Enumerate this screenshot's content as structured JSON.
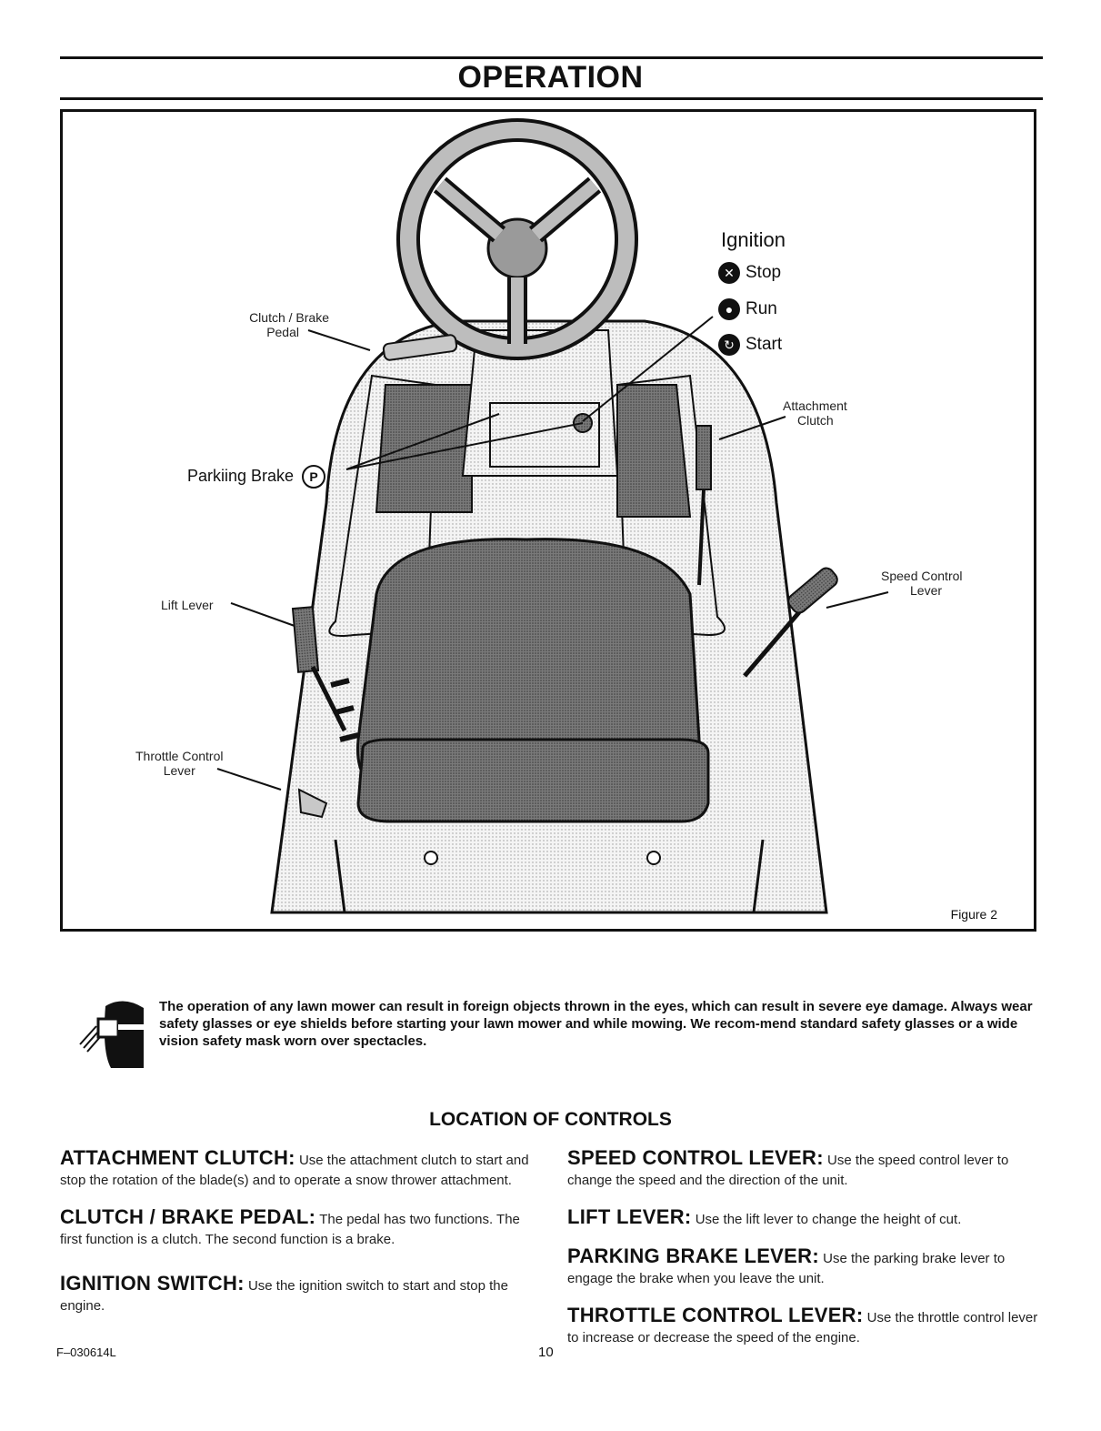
{
  "page": {
    "title": "OPERATION",
    "figure": {
      "labels": {
        "clutch_brake_pedal": [
          "Clutch / Brake",
          "Pedal"
        ],
        "parking_brake": "Parkiing Brake",
        "parking_brake_symbol": "P",
        "lift_lever": "Lift  Lever",
        "throttle_control_lever": [
          "Throttle Control",
          "Lever"
        ],
        "attachment_clutch": [
          "Attachment",
          "Clutch"
        ],
        "speed_control_lever": [
          "Speed Control",
          "Lever"
        ]
      },
      "ignition": {
        "heading": "Ignition",
        "positions": [
          "Stop",
          "Run",
          "Start"
        ]
      },
      "caption": "Figure 2"
    },
    "warning": "The operation of any lawn mower can result in foreign objects thrown in the eyes, which can result in severe eye damage. Always wear safety glasses or eye shields before starting your lawn mower and while mowing. We recom-mend standard safety glasses or a wide vision safety mask worn over spectacles.",
    "section_title": "LOCATION OF CONTROLS",
    "left_column": [
      {
        "heading": "ATTACHMENT CLUTCH:",
        "text": "Use the attachment clutch to start and stop the rotation of the blade(s) and to operate a snow thrower attachment."
      },
      {
        "heading": "CLUTCH / BRAKE PEDAL:",
        "text": "The pedal has two functions. The first function is a clutch. The second function is a brake."
      },
      {
        "heading": "IGNITION SWITCH:",
        "text": "Use the ignition switch to start and stop the engine."
      }
    ],
    "right_column": [
      {
        "heading": "SPEED CONTROL LEVER:",
        "text": "Use the speed control lever to change the speed and the direction of the unit."
      },
      {
        "heading": "LIFT LEVER:",
        "text": "Use the lift lever to change the height of cut."
      },
      {
        "heading": "PARKING BRAKE LEVER:",
        "text": "Use the parking brake lever to engage the brake when you leave the unit."
      },
      {
        "heading": "THROTTLE CONTROL LEVER:",
        "text": "Use the throttle control lever to increase or decrease the speed of the engine."
      }
    ],
    "footer_code": "F–030614L",
    "page_number": "10"
  }
}
